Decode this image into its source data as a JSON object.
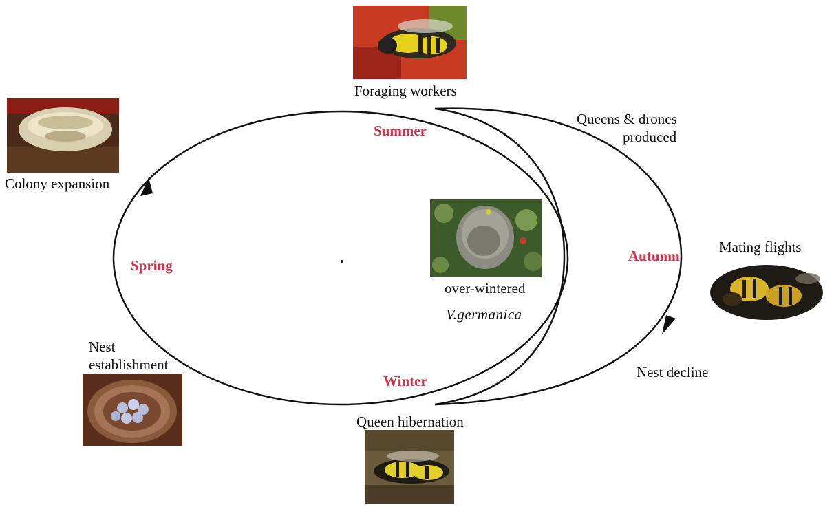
{
  "seasons": {
    "summer": "Summer",
    "autumn": "Autumn",
    "winter": "Winter",
    "spring": "Spring"
  },
  "stages": {
    "foraging": "Foraging workers",
    "queens_drones_1": "Queens & drones",
    "queens_drones_2": "produced",
    "mating": "Mating flights",
    "nest_decline": "Nest decline",
    "queen_hibernation": "Queen hibernation",
    "nest_establishment_1": "Nest",
    "nest_establishment_2": "establishment",
    "colony_expansion": "Colony expansion"
  },
  "center": {
    "caption_1": "over-wintered",
    "caption_2": "V.germanica"
  },
  "colors": {
    "season_text": "#d2314a",
    "cycle_line": "#111111"
  },
  "photos": {
    "foraging": "wasp-photo",
    "colony": "paper-nest-photo",
    "center": "overwintered-nest-photo",
    "mating": "mating-wasps-photo",
    "hibernation": "hibernating-queen-photo",
    "establishment": "nest-cells-photo"
  }
}
